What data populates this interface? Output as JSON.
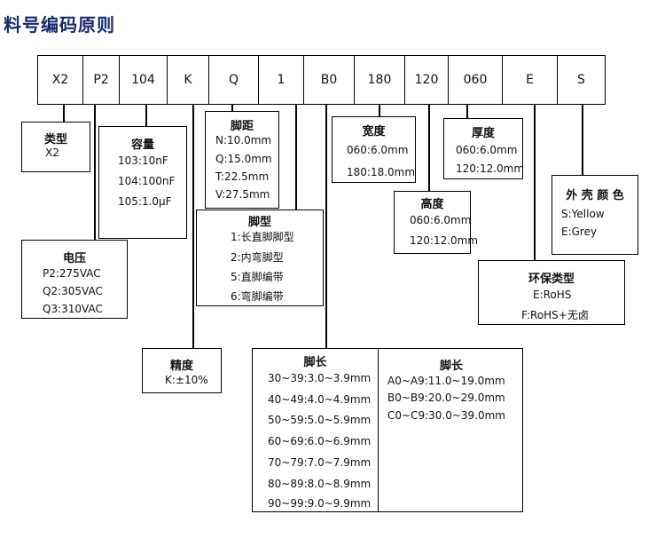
{
  "title": "料号编码原则",
  "codes": [
    "X2",
    "P2",
    "104",
    "K",
    "Q",
    "1",
    "B0",
    "180",
    "120",
    "060",
    "E",
    "S"
  ],
  "type_box": {
    "heading": "类型",
    "lines": [
      "X2"
    ]
  },
  "capacity_box": {
    "heading": "容量",
    "lines": [
      "103:10nF",
      "104:100nF",
      "105:1.0μF"
    ]
  },
  "voltage_box": {
    "heading": "电压",
    "lines": [
      "P2:275VAC",
      "Q2:305VAC",
      "Q3:310VAC"
    ]
  },
  "pitch_box": {
    "heading": "脚距",
    "lines": [
      "N:10.0mm",
      "Q:15.0mm",
      "T:22.5mm",
      "V:27.5mm"
    ]
  },
  "leadtype_box": {
    "heading": "脚型",
    "lines": [
      "1:长直脚脚型",
      "2:内弯脚型",
      "5:直脚编带",
      "6:弯脚编带"
    ]
  },
  "tolerance_box": {
    "heading": "精度",
    "lines": [
      "K:±10%"
    ]
  },
  "width_box": {
    "heading": "宽度",
    "lines": [
      "060:6.0mm",
      "180:18.0mm"
    ]
  },
  "height_box": {
    "heading": "高度",
    "lines": [
      "060:6.0mm",
      "120:12.0mm"
    ]
  },
  "thickness_box": {
    "heading": "厚度",
    "lines": [
      "060:6.0mm",
      "120:12.0mm"
    ]
  },
  "color_box": {
    "heading": "外 壳 颜 色",
    "lines": [
      "S:Yellow",
      "E:Grey"
    ]
  },
  "env_box": {
    "heading": "环保类型",
    "lines": [
      "E:RoHS",
      "F:RoHS+无卤"
    ]
  },
  "leadlen_box": {
    "heading_left": "脚长",
    "heading_right": "脚长",
    "left_lines": [
      "30~39:3.0~3.9mm",
      "40~49:4.0~4.9mm",
      "50~59:5.0~5.9mm",
      "60~69:6.0~6.9mm",
      "70~79:7.0~7.9mm",
      "80~89:8.0~8.9mm",
      "90~99:9.0~9.9mm"
    ],
    "right_lines": [
      "A0~A9:11.0~19.0mm",
      "B0~B9:20.0~29.0mm",
      "C0~C9:30.0~39.0mm"
    ]
  }
}
